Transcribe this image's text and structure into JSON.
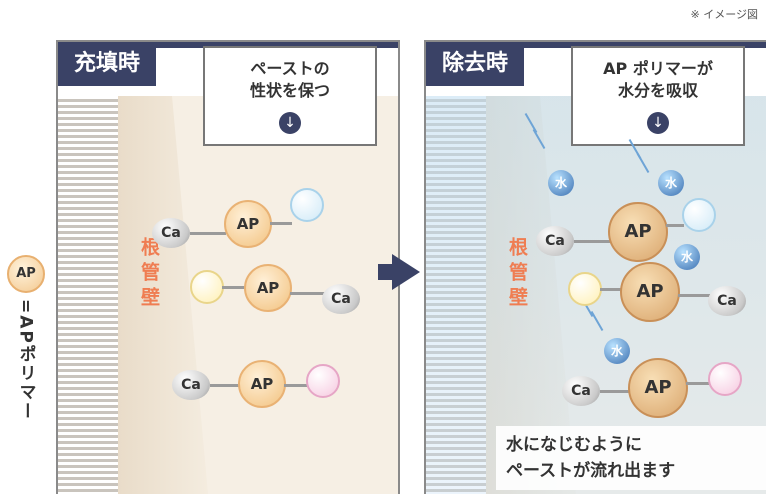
{
  "note": "※ イメージ図",
  "legend": {
    "ap": "AP",
    "text": "=APポリマー"
  },
  "left_panel": {
    "title": "充填時",
    "callout": "ペーストの\n性状を保つ",
    "wall_label": "根管壁"
  },
  "right_panel": {
    "title": "除去時",
    "callout": "AP ポリマーが\n水分を吸収",
    "wall_label": "根管壁",
    "caption": "水になじむように\nペーストが流れ出ます"
  },
  "labels": {
    "ap": "AP",
    "ca": "Ca",
    "water": "水",
    "down_arrow": "↓"
  },
  "colors": {
    "navy": "#3a4266",
    "orange_label": "#ef7d52",
    "ball_blue": "#cfe9f7",
    "ball_yellow": "#fff0b3",
    "ball_pink": "#f6c8df"
  }
}
